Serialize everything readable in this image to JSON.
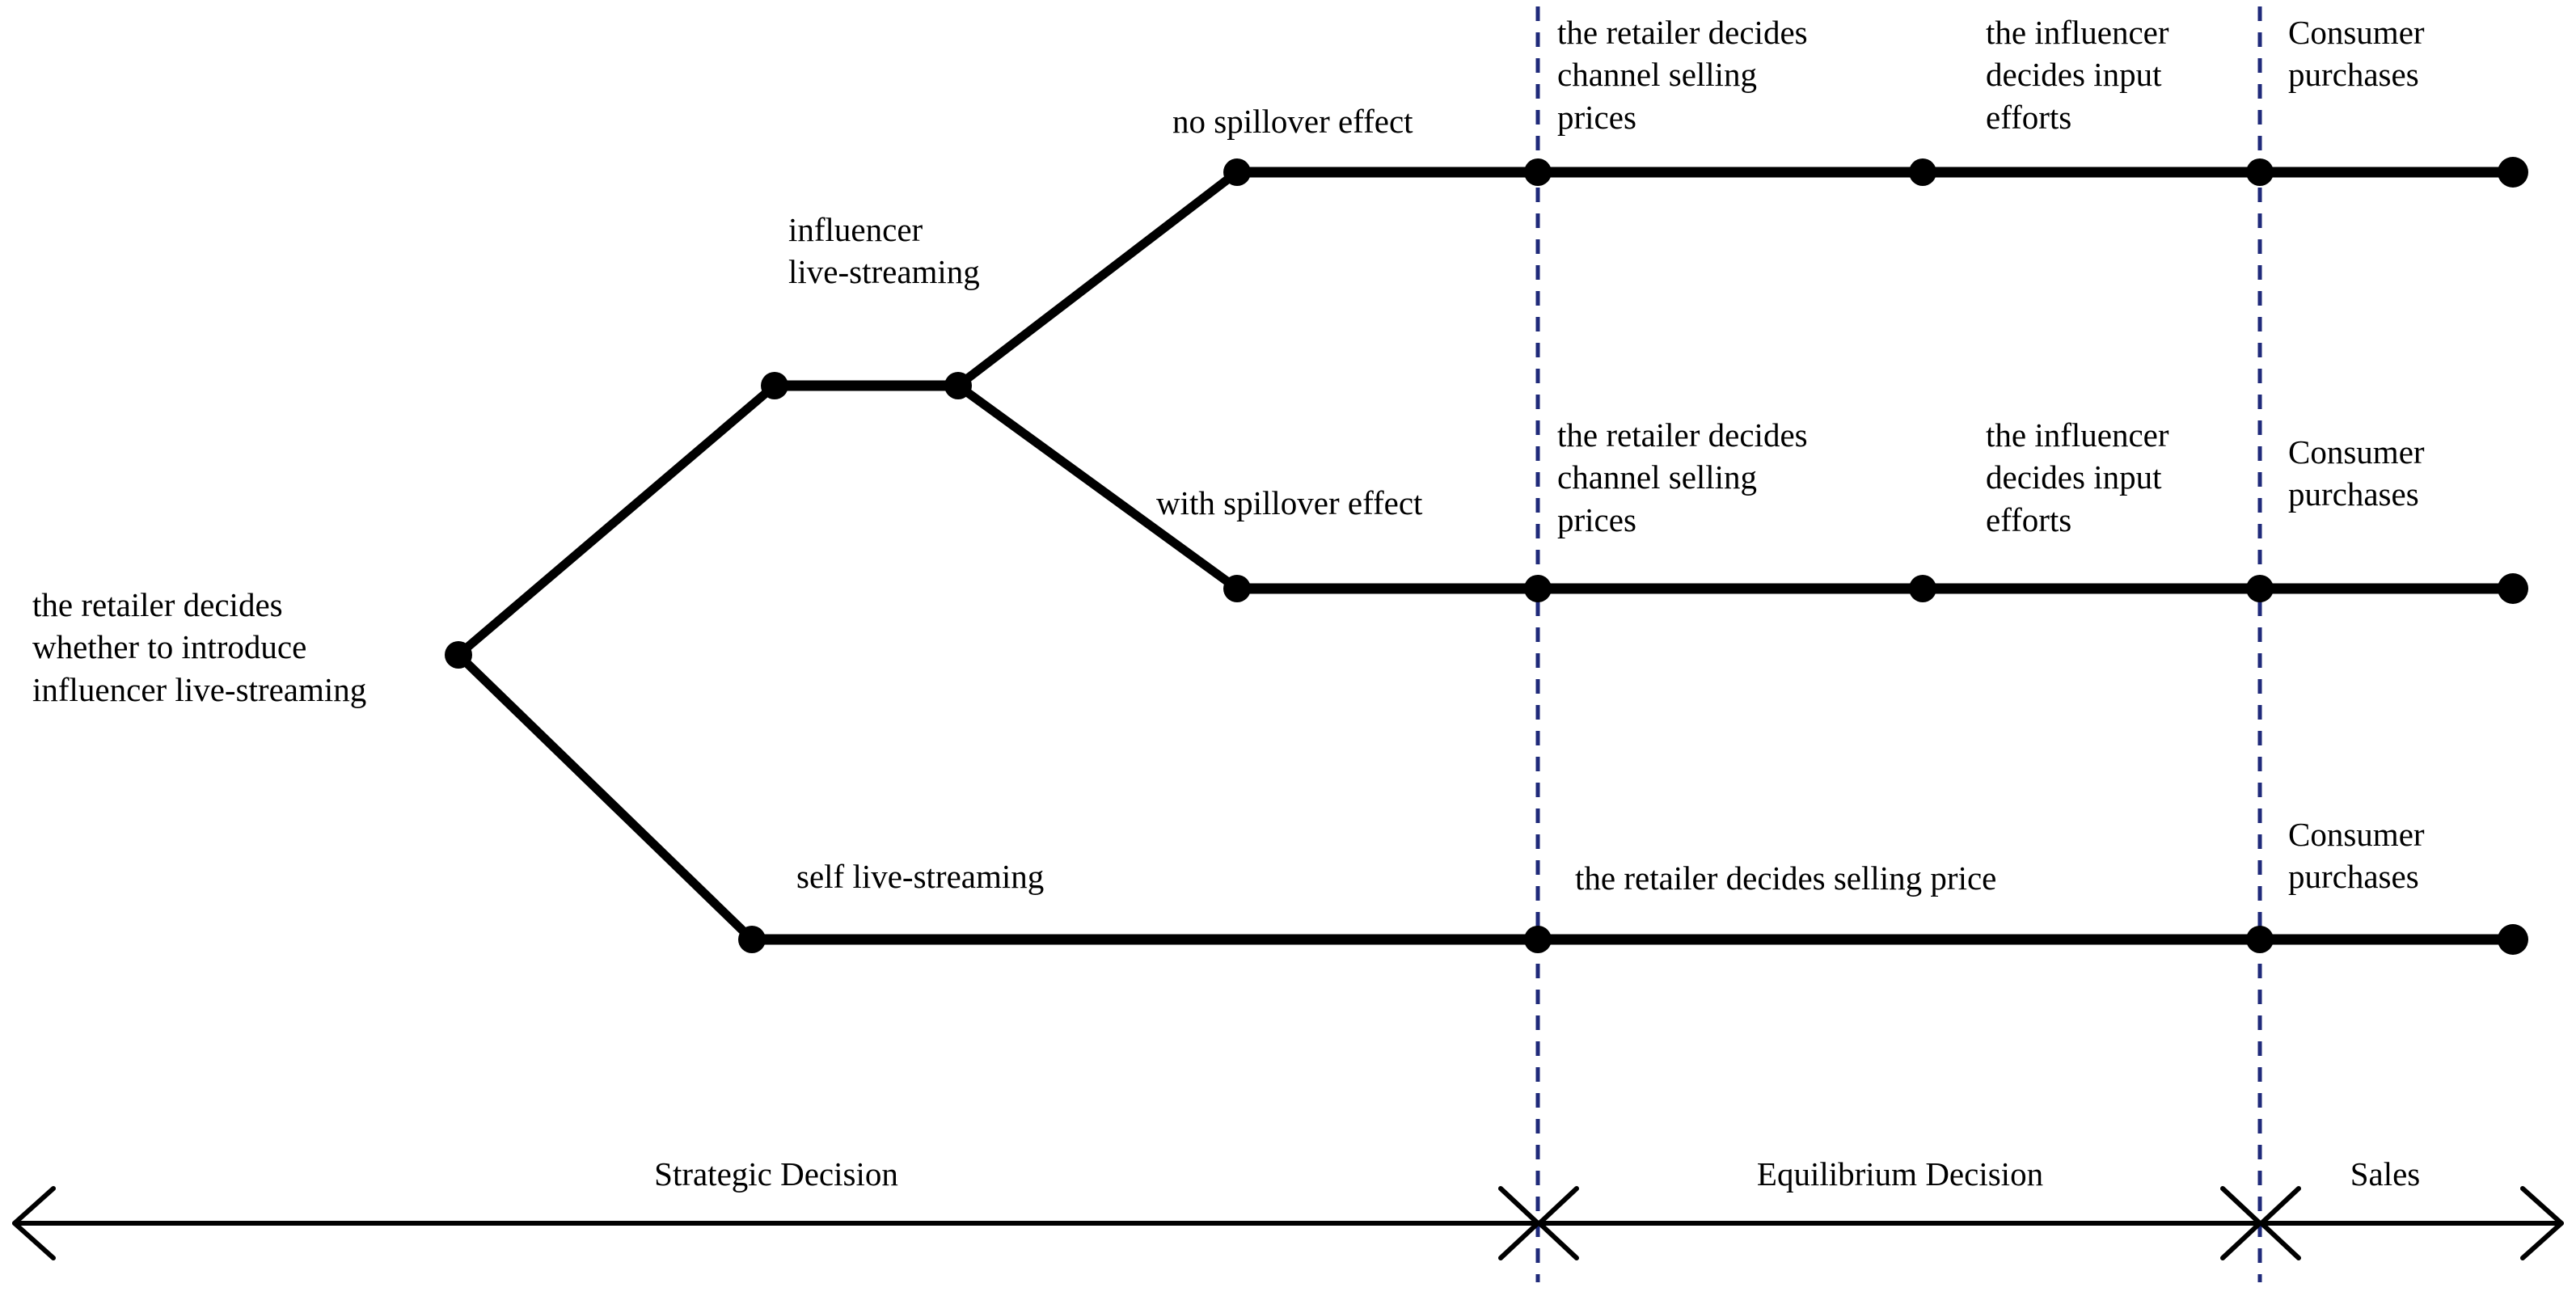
{
  "diagram": {
    "title": "influencer live-streaming game sequence tree",
    "colors": {
      "line": "#000000",
      "node": "#000000",
      "divider": "#1f2a7a",
      "background": "#ffffff"
    },
    "root": {
      "label": "the retailer decides\nwhether to introduce\ninfluencer live-streaming"
    },
    "branches": {
      "influencer": {
        "label": "influencer\nlive-streaming"
      },
      "self": {
        "label": "self  live-streaming"
      },
      "no_spillover": {
        "label": "no spillover effect"
      },
      "with_spillover": {
        "label": "with spillover effect"
      }
    },
    "stages": {
      "row_top": {
        "retailer": "the retailer decides\nchannel selling\nprices",
        "influencer": "the influencer\ndecides input\nefforts",
        "consumer": "Consumer\npurchases"
      },
      "row_middle": {
        "retailer": "the retailer decides\nchannel selling\nprices",
        "influencer": "the influencer\ndecides input\nefforts",
        "consumer": "Consumer\npurchases"
      },
      "row_bottom": {
        "retailer": "the retailer decides selling price",
        "consumer": "Consumer\npurchases"
      }
    },
    "timeline": {
      "phases": [
        {
          "id": "strategic",
          "label": "Strategic Decision"
        },
        {
          "id": "equilibrium",
          "label": "Equilibrium Decision"
        },
        {
          "id": "sales",
          "label": "Sales"
        }
      ],
      "dividers_x": [
        1902,
        2795
      ]
    }
  }
}
